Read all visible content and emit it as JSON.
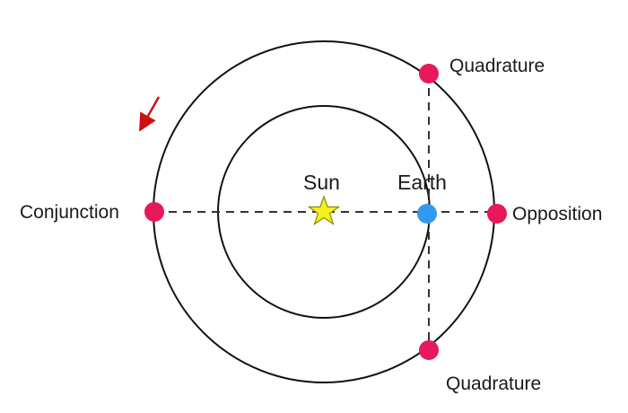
{
  "labels": {
    "sun": "Sun",
    "earth": "Earth",
    "conjunction": "Conjunction",
    "opposition": "Opposition",
    "quadrature_top": "Quadrature",
    "quadrature_bottom": "Quadrature"
  },
  "colors": {
    "planet_marker": "#e6195a",
    "earth": "#3399ee",
    "sun": "#f5f01e",
    "sun_outline": "#8a8a00",
    "orbit": "#111111",
    "guide_line": "#333333",
    "motion_arrow": "#cc1111"
  },
  "icons": {
    "sun": "star-icon",
    "motion": "arrow-icon"
  }
}
